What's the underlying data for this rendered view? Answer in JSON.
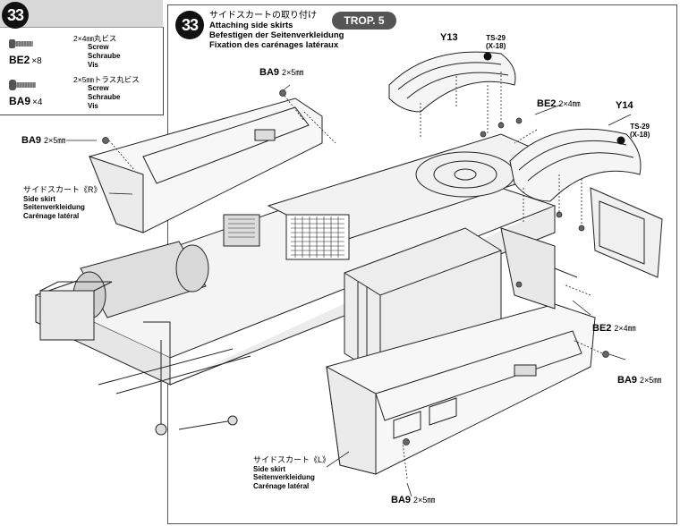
{
  "header": {
    "step_number": "33",
    "step_title_ja": "サイドスカートの取り付け",
    "step_title_en": "Attaching side skirts",
    "step_title_de": "Befestigen der Seitenverkleidung",
    "step_title_fr": "Fixation des carénages latéraux",
    "badge": "TROP. 5"
  },
  "screws": [
    {
      "code": "BE2",
      "qty": "×8",
      "ja": "2×4㎜丸ビス",
      "en": "Screw",
      "de": "Schraube",
      "fr": "Vis"
    },
    {
      "code": "BA9",
      "qty": "×4",
      "ja": "2×5㎜トラス丸ビス",
      "en": "Screw",
      "de": "Schraube",
      "fr": "Vis"
    }
  ],
  "callouts": {
    "ba9_top": {
      "code": "BA9",
      "size": "2×5㎜"
    },
    "ba9_left": {
      "code": "BA9",
      "size": "2×5㎜"
    },
    "ba9_right": {
      "code": "BA9",
      "size": "2×5㎜"
    },
    "ba9_bottom": {
      "code": "BA9",
      "size": "2×5㎜"
    },
    "be2_upper": {
      "code": "BE2",
      "size": "2×4㎜"
    },
    "be2_lower": {
      "code": "BE2",
      "size": "2×4㎜"
    },
    "y13": "Y13",
    "y14": "Y14",
    "ts29_a": {
      "code": "TS-29",
      "sub": "(X-18)"
    },
    "ts29_b": {
      "code": "TS-29",
      "sub": "(X-18)"
    }
  },
  "side_skirt_r": {
    "ja": "サイドスカート《R》",
    "en": "Side skirt",
    "de": "Seitenverkleidung",
    "fr": "Carénage latéral"
  },
  "side_skirt_l": {
    "ja": "サイドスカート《L》",
    "en": "Side skirt",
    "de": "Seitenverkleidung",
    "fr": "Carénage latéral"
  }
}
